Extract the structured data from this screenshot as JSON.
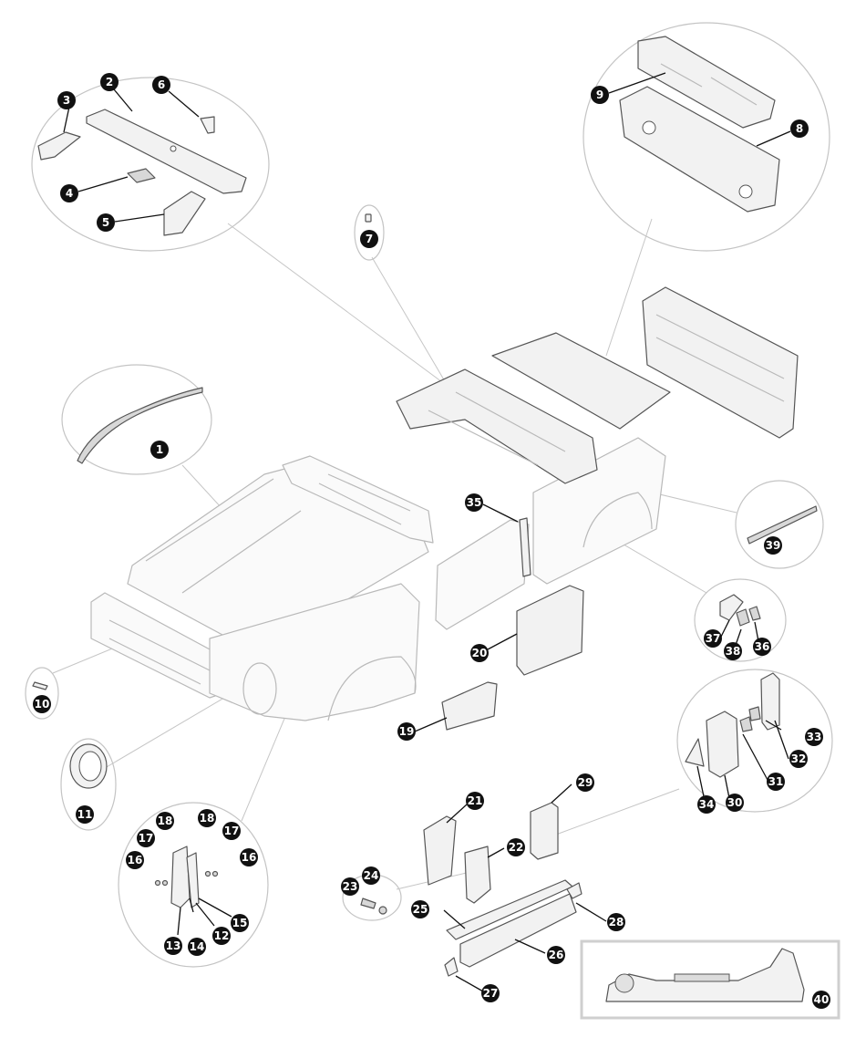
{
  "diagram": {
    "accent_color": "#111111",
    "line_color": "#b9b9b9",
    "labels": [
      "1",
      "2",
      "3",
      "4",
      "5",
      "6",
      "7",
      "8",
      "9",
      "10",
      "11",
      "12",
      "13",
      "14",
      "15",
      "16",
      "16",
      "17",
      "17",
      "18",
      "18",
      "19",
      "20",
      "21",
      "22",
      "23",
      "24",
      "25",
      "26",
      "27",
      "28",
      "29",
      "30",
      "31",
      "32",
      "33",
      "34",
      "35",
      "36",
      "37",
      "38",
      "39",
      "40"
    ]
  }
}
